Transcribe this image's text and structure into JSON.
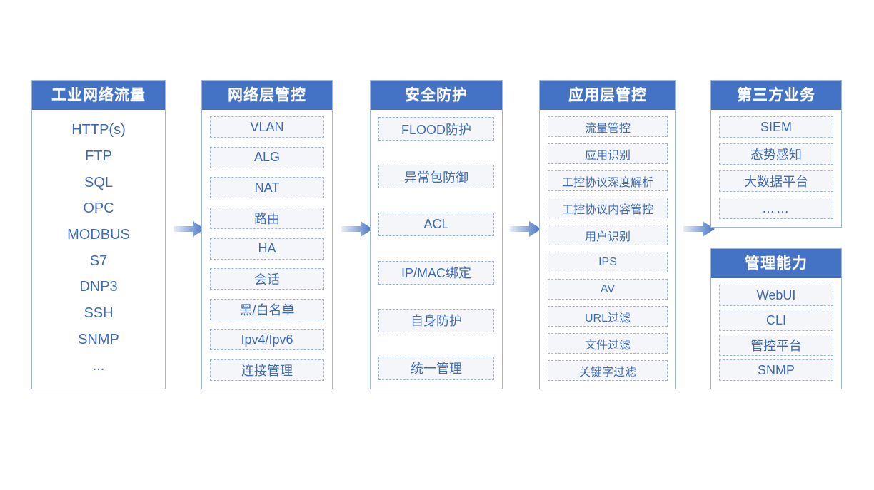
{
  "theme": {
    "header_bg": "#4472c4",
    "header_text": "#ffffff",
    "item_text": "#3f6bb5",
    "item_bg": "#f4f6fa",
    "item_border": "#9fb6dc",
    "box_border": "#9eb5dd",
    "arrow_color_light": "#dbe5f5",
    "arrow_color_dark": "#4472c4",
    "page_bg": "#ffffff"
  },
  "columns": [
    {
      "id": "industrial-network-traffic",
      "title": "工业网络流量",
      "style": "plain",
      "items": [
        "HTTP(s)",
        "FTP",
        "SQL",
        "OPC",
        "MODBUS",
        "S7",
        "DNP3",
        "SSH",
        "SNMP",
        "..."
      ]
    },
    {
      "id": "network-layer-control",
      "title": "网络层管控",
      "style": "boxed",
      "items": [
        "VLAN",
        "ALG",
        "NAT",
        "路由",
        "HA",
        "会话",
        "黑/白名单",
        "Ipv4/Ipv6",
        "连接管理"
      ]
    },
    {
      "id": "security-protection",
      "title": "安全防护",
      "style": "boxed",
      "items": [
        "FLOOD防护",
        "异常包防御",
        "ACL",
        "IP/MAC绑定",
        "自身防护",
        "统一管理"
      ]
    },
    {
      "id": "application-layer-control",
      "title": "应用层管控",
      "style": "boxed",
      "items": [
        "流量管控",
        "应用识别",
        "工控协议深度解析",
        "工控协议内容管控",
        "用户识别",
        "IPS",
        "AV",
        "URL过滤",
        "文件过滤",
        "关键字过滤"
      ]
    },
    {
      "id": "third-party-business",
      "title": "第三方业务",
      "style": "boxed",
      "items": [
        "SIEM",
        "态势感知",
        "大数据平台",
        "……"
      ]
    },
    {
      "id": "management-capability",
      "title": "管理能力",
      "style": "boxed",
      "items": [
        "WebUI",
        "CLI",
        "管控平台",
        "SNMP"
      ]
    }
  ],
  "arrows": [
    {
      "id": "arrow-1",
      "from": "industrial-network-traffic",
      "to": "network-layer-control"
    },
    {
      "id": "arrow-2",
      "from": "network-layer-control",
      "to": "security-protection"
    },
    {
      "id": "arrow-3",
      "from": "security-protection",
      "to": "application-layer-control"
    },
    {
      "id": "arrow-4",
      "from": "application-layer-control",
      "to": "third-party-business"
    }
  ]
}
